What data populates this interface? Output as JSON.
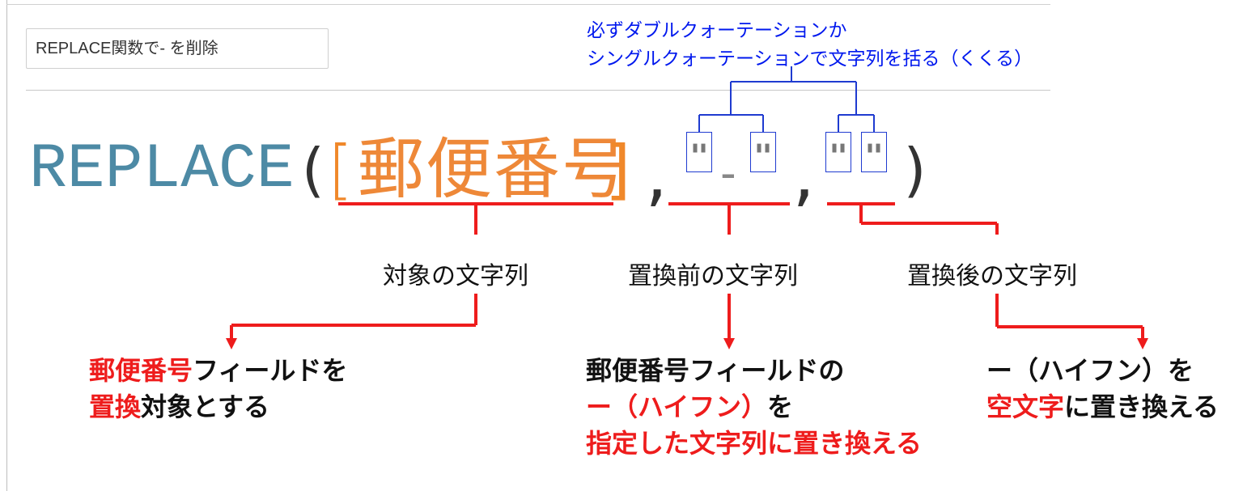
{
  "search": {
    "value": "REPLACE関数で- を削除"
  },
  "note": {
    "line1": "必ずダブルクォーテーションか",
    "line2": "シングルクォーテーションで文字列を括る（くくる）"
  },
  "formula": {
    "function_name": "REPLACE",
    "paren_open": "(",
    "bracket_open": "[",
    "field": "郵便番号",
    "bracket_close": "]",
    "comma": ",",
    "quote": "\"",
    "old_text": "-",
    "paren_close": ")"
  },
  "labels": {
    "target": "対象の文字列",
    "before": "置換前の文字列",
    "after": "置換後の文字列"
  },
  "explanations": {
    "target": {
      "l1_red": "郵便番号",
      "l1_black": "フィールドを",
      "l2_red": "置換",
      "l2_black": "対象とする"
    },
    "before": {
      "l1": "郵便番号フィールドの",
      "l2_red": "ー（ハイフン）",
      "l2_black": "を",
      "l3": "指定した文字列に置き換える"
    },
    "after": {
      "l1": "ー（ハイフン）を",
      "l2_red": "空文字",
      "l2_black": "に置き換える"
    }
  },
  "colors": {
    "function": "#4d8aa5",
    "field": "#ee8838",
    "annotation_blue": "#0018ee",
    "highlight_red": "#ee1c1c"
  }
}
